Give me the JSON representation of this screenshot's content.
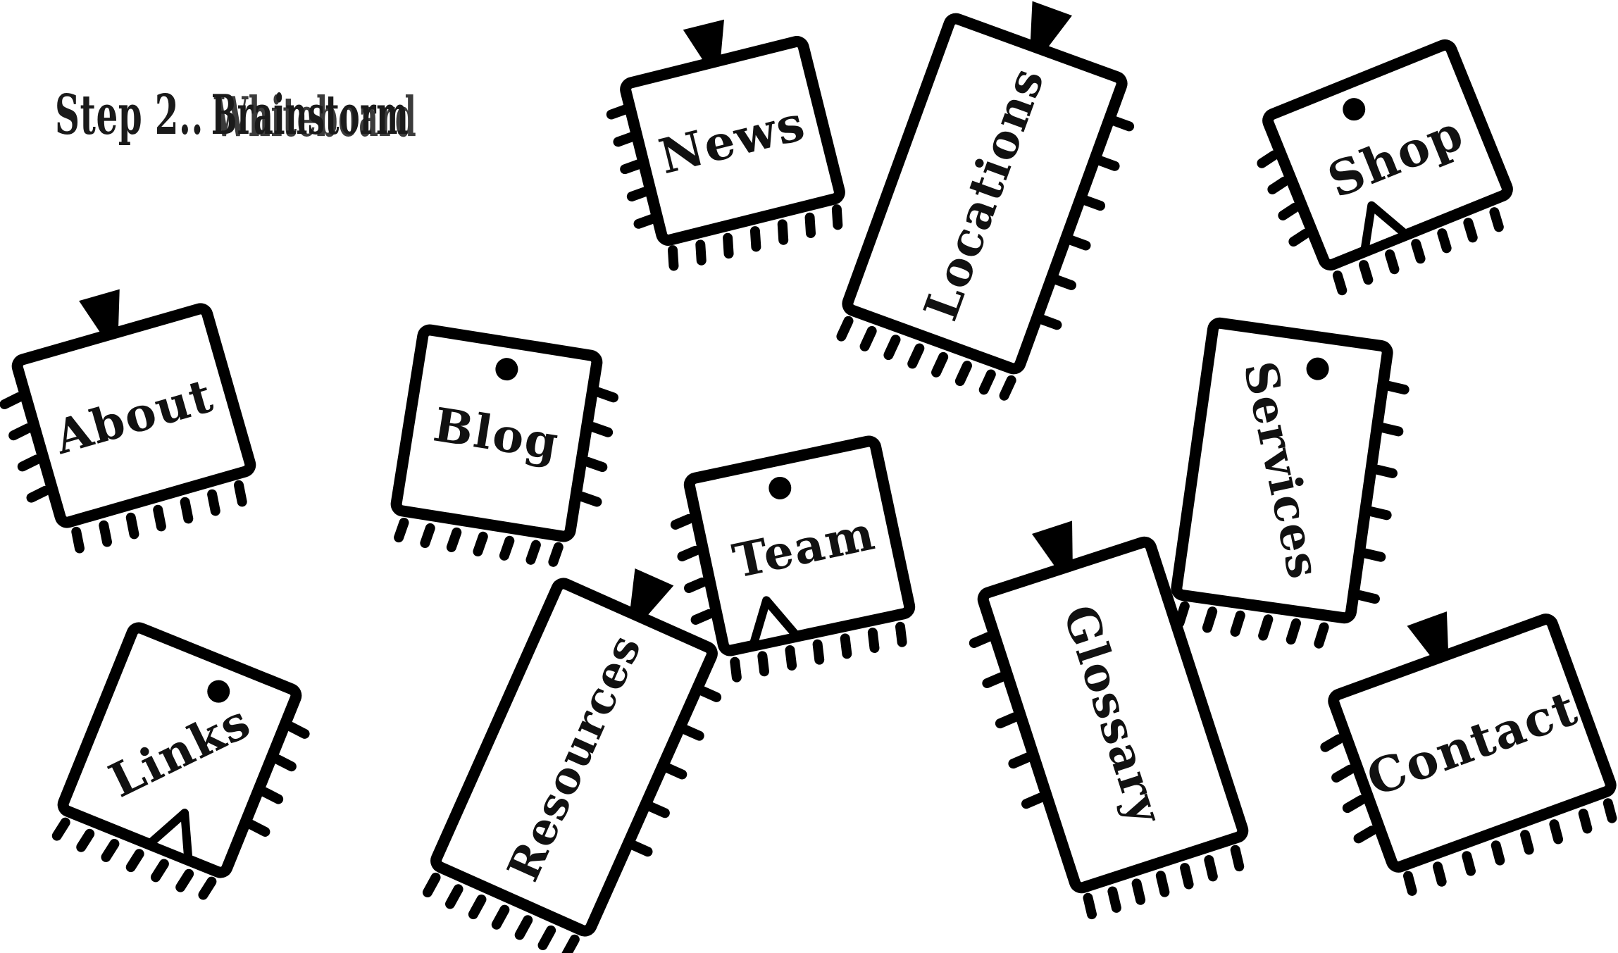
{
  "heading": {
    "prefix": "Step 2..",
    "word_a": "Brainstorm",
    "word_b": "Whiteboard"
  },
  "tags": [
    {
      "label": "News"
    },
    {
      "label": "Locations"
    },
    {
      "label": "Shop"
    },
    {
      "label": "About"
    },
    {
      "label": "Blog"
    },
    {
      "label": "Team"
    },
    {
      "label": "Services"
    },
    {
      "label": "Links"
    },
    {
      "label": "Resources"
    },
    {
      "label": "Glossary"
    },
    {
      "label": "Contact"
    }
  ],
  "colors": {
    "ink": "#000000",
    "paper": "#ffffff"
  }
}
